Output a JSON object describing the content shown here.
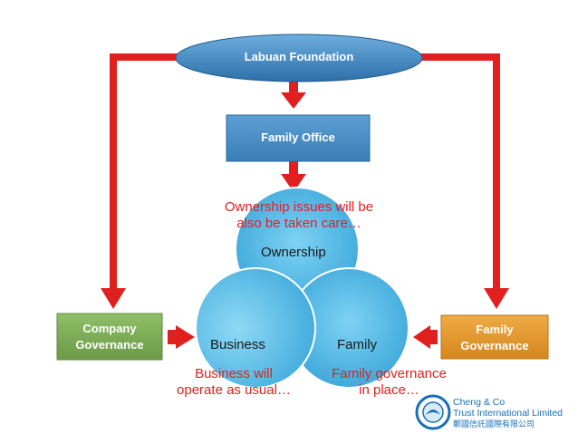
{
  "nodes": {
    "foundation": "Labuan Foundation",
    "family_office": "Family Office",
    "company_governance": [
      "Company",
      "Governance"
    ],
    "family_governance": [
      "Family",
      "Governance"
    ]
  },
  "venn": {
    "ownership": "Ownership",
    "business": "Business",
    "family": "Family"
  },
  "notes": {
    "ownership": [
      "Ownership issues will be",
      "also be taken care…"
    ],
    "business": [
      "Business will",
      "operate as usual…"
    ],
    "family": [
      "Family governance",
      "in place…"
    ]
  },
  "logo": {
    "line1": "Cheng & Co",
    "line2": "Trust International Limited",
    "line3": "鄭國信託國際有限公司"
  },
  "colors": {
    "arrow": "#e0201f",
    "blue_box": "#4a8fc3",
    "green_box": "#7dab57",
    "orange_box": "#e49a2f",
    "venn": "#4fb7e3",
    "logo_text": "#1a6fb5"
  }
}
